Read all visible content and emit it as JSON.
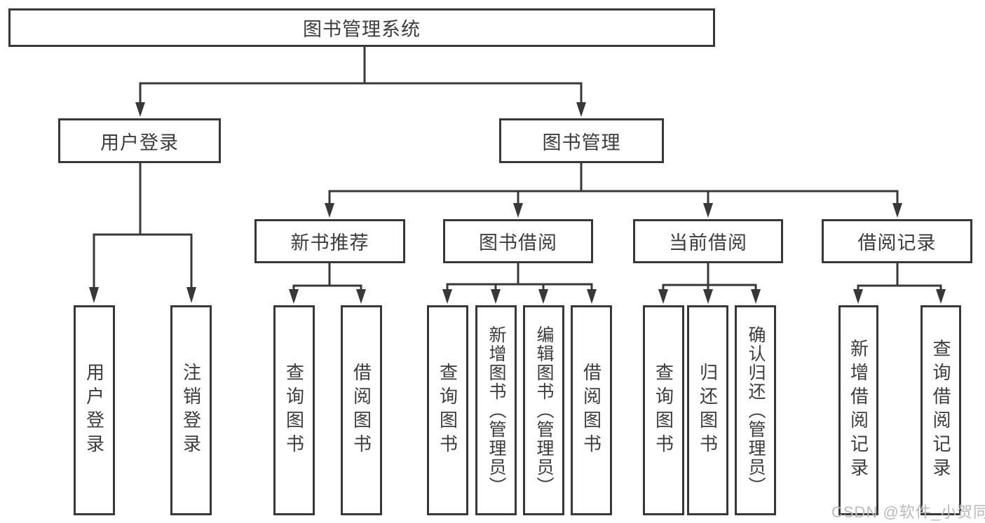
{
  "diagram": {
    "root": {
      "label": "图书管理系统"
    },
    "branches": [
      {
        "label": "用户登录",
        "children": [
          {
            "label": "用户登录"
          },
          {
            "label": "注销登录"
          }
        ]
      },
      {
        "label": "图书管理",
        "children": [
          {
            "label": "新书推荐",
            "children": [
              {
                "label": "查询图书"
              },
              {
                "label": "借阅图书"
              }
            ]
          },
          {
            "label": "图书借阅",
            "children": [
              {
                "label": "查询图书"
              },
              {
                "label": "新增图书（管理员）"
              },
              {
                "label": "编辑图书（管理员）"
              },
              {
                "label": "借阅图书"
              }
            ]
          },
          {
            "label": "当前借阅",
            "children": [
              {
                "label": "查询图书"
              },
              {
                "label": "归还图书"
              },
              {
                "label": "确认归还（管理员）"
              }
            ]
          },
          {
            "label": "借阅记录",
            "children": [
              {
                "label": "新增借阅记录"
              },
              {
                "label": "查询借阅记录"
              }
            ]
          }
        ]
      }
    ],
    "watermark": "CSDN @软件_小贺同学",
    "colors": {
      "line": "#383838",
      "text": "#3c3c40",
      "watermark": "#b9b9b9",
      "background": "#ffffff"
    }
  }
}
